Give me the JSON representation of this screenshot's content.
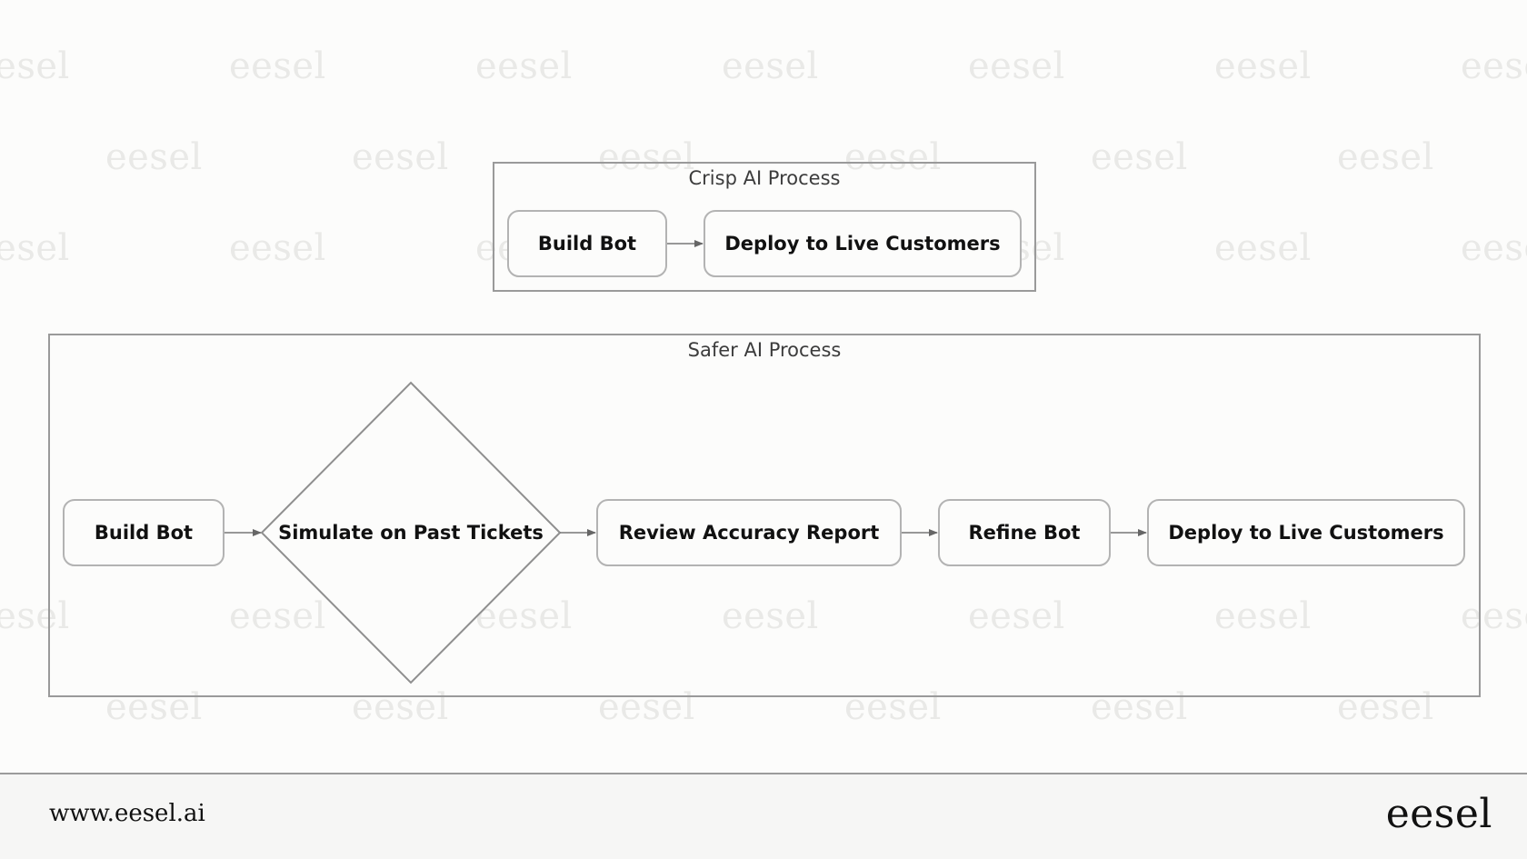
{
  "watermark": {
    "text": "eesel"
  },
  "crisp": {
    "title": "Crisp AI Process",
    "nodes": [
      "Build Bot",
      "Deploy to Live Customers"
    ]
  },
  "safer": {
    "title": "Safer AI Process",
    "nodes": [
      "Build Bot",
      "Simulate on Past Tickets",
      "Review Accuracy Report",
      "Refine Bot",
      "Deploy to Live Customers"
    ]
  },
  "footer": {
    "url": "www.eesel.ai",
    "logo": "eesel"
  },
  "colors": {
    "background": "#fcfcfb",
    "border": "#9a9a9a",
    "node_border": "#b3b3b3",
    "edge": "#777777",
    "footer_bg": "#f6f6f5"
  }
}
